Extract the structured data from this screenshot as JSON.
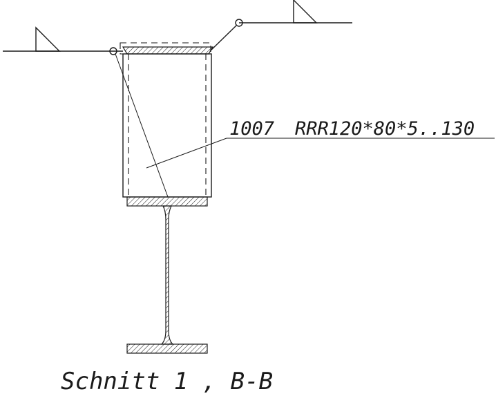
{
  "drawing": {
    "part_label": "1007",
    "profile_label": "RRR120*80*5..130",
    "section_title": "Schnitt 1 , B-B"
  },
  "colors": {
    "line": "#1a1a1a",
    "background": "#ffffff"
  }
}
